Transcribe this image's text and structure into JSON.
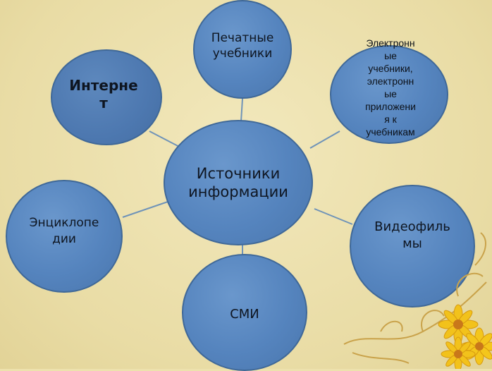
{
  "diagram": {
    "center": {
      "label": "Источники\nинформации"
    },
    "nodes": {
      "print": "Печатные\nучебники",
      "internet": "Интерне\nт",
      "electronic": "Электронн\nые\nучебники,\nэлектронн\nые\nприложени\nя к\nучебникам",
      "encyclopedia": "Энциклопе\nдии",
      "video": "Видеофиль\nмы",
      "media": "СМИ"
    }
  },
  "colors": {
    "background": "#ede1ad",
    "node_fill": "#5584be",
    "node_border": "#3f6898",
    "connector": "#6f93b8",
    "flower": "#f2c21b"
  },
  "decor": {
    "icon": "sunflower-ornament-icon"
  }
}
